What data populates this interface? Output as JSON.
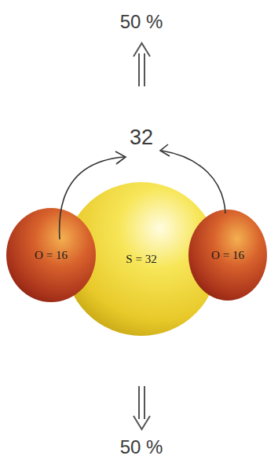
{
  "diagram": {
    "nodes": [
      {
        "text": [
          "O = 16"
        ]
      },
      {
        "text": [
          "S = 32"
        ]
      },
      {
        "text": [
          "O = 16"
        ]
      }
    ],
    "labels": [
      "50 %",
      "32",
      "50 %"
    ]
  }
}
